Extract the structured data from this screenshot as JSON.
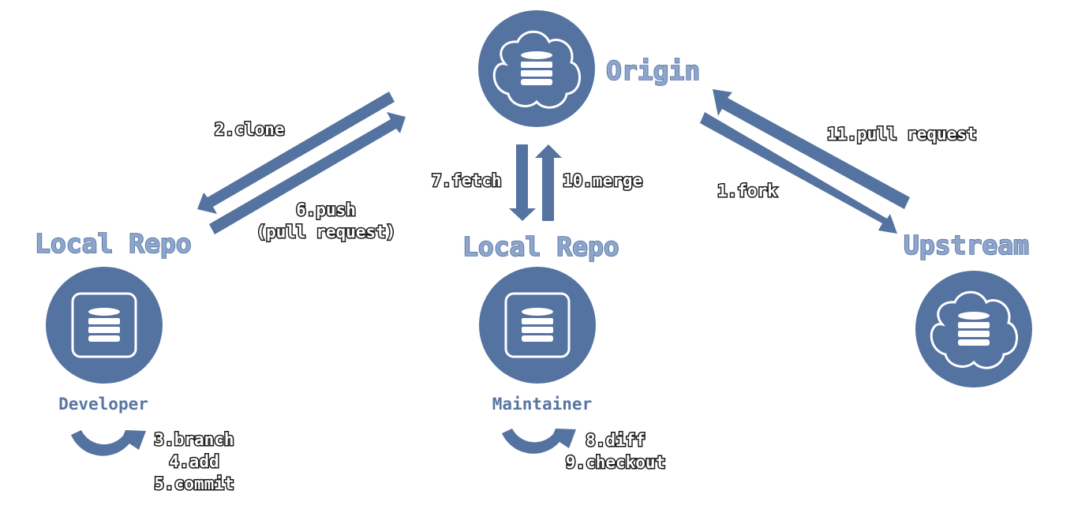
{
  "colors": {
    "primary": "#5573a0",
    "title_fill": "#8ea6cc",
    "label_stroke": "#1a1a1a"
  },
  "nodes": {
    "origin": {
      "title": "Origin",
      "icon": "cloud-database-icon"
    },
    "upstream": {
      "title": "Upstream",
      "icon": "cloud-database-icon"
    },
    "developer": {
      "title": "Local Repo",
      "role": "Developer",
      "icon": "local-database-icon"
    },
    "maintainer": {
      "title": "Local Repo",
      "role": "Maintainer",
      "icon": "local-database-icon"
    }
  },
  "steps": {
    "fork": "1.fork",
    "clone": "2.clone",
    "developer_local": [
      "3.branch",
      "4.add",
      "5.commit"
    ],
    "push": [
      "6.push",
      "(pull request)"
    ],
    "fetch": "7.fetch",
    "maintainer_local": [
      "8.diff",
      "9.checkout"
    ],
    "merge": "10.merge",
    "pull_request": "11.pull request"
  }
}
